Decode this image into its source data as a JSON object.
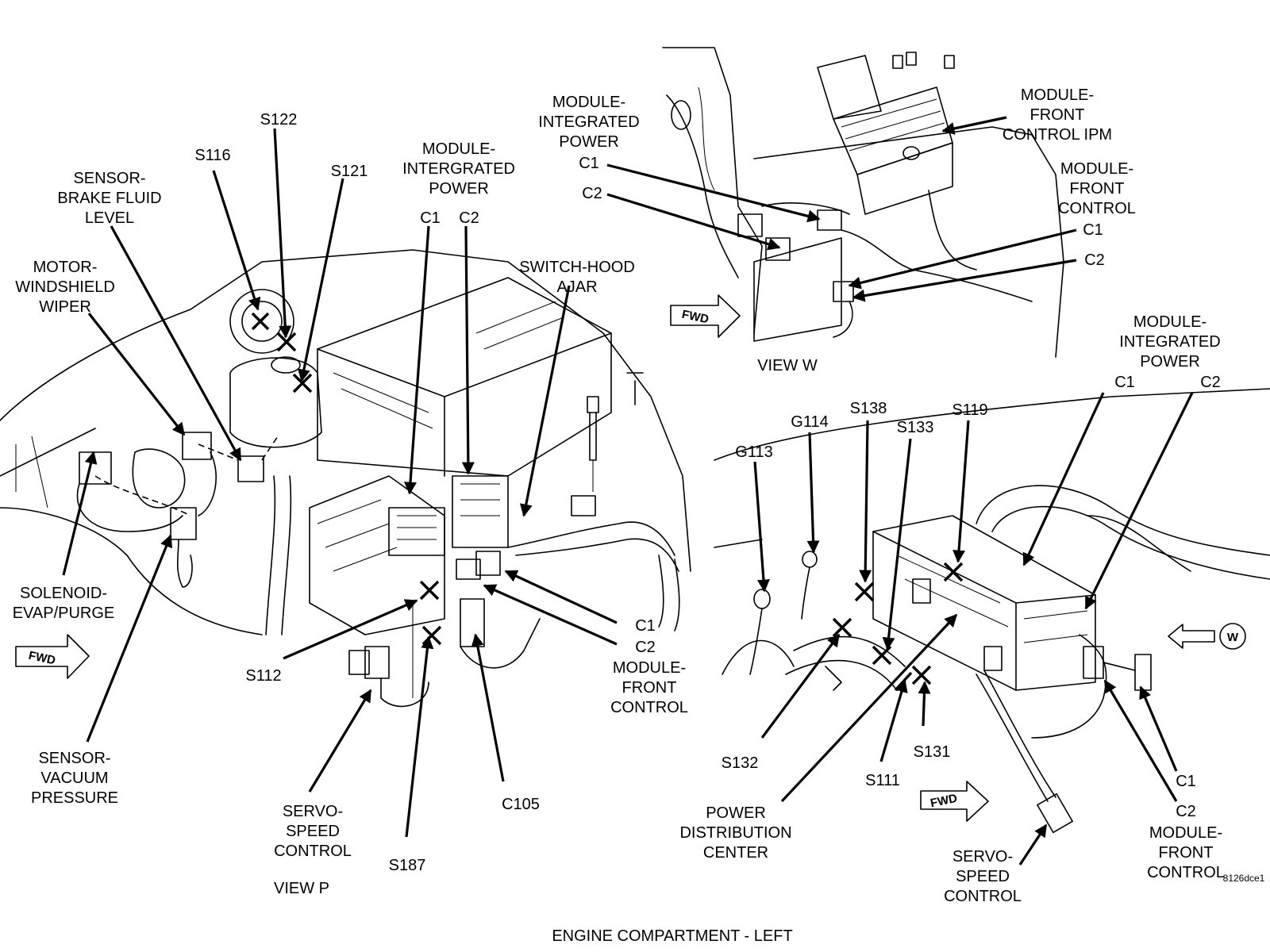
{
  "caption": "ENGINE COMPARTMENT - LEFT",
  "figure_id": "8126dce1",
  "view_p": {
    "title": "VIEW P",
    "labels": {
      "s122": "S122",
      "s116": "S116",
      "s121": "S121",
      "sensor_brake_fluid": [
        "SENSOR-",
        "BRAKE FLUID",
        "LEVEL"
      ],
      "motor_wiper": [
        "MOTOR-",
        "WINDSHIELD",
        "WIPER"
      ],
      "module_ipm": [
        "MODULE-",
        "INTERGRATED",
        "POWER"
      ],
      "ipm_c1": "C1",
      "ipm_c2": "C2",
      "switch_hood": [
        "SWITCH-HOOD",
        "AJAR"
      ],
      "solenoid_evap": [
        "SOLENOID-",
        "EVAP/PURGE"
      ],
      "s112": "S112",
      "fcm_c1": "C1",
      "fcm_c2": "C2",
      "module_front_control": [
        "MODULE-",
        "FRONT",
        "CONTROL"
      ],
      "sensor_vacuum": [
        "SENSOR-",
        "VACUUM",
        "PRESSURE"
      ],
      "servo_speed": [
        "SERVO-",
        "SPEED",
        "CONTROL"
      ],
      "c105": "C105",
      "s187": "S187",
      "fwd": "FWD"
    }
  },
  "view_w": {
    "title": "VIEW W",
    "labels": {
      "module_ipm": [
        "MODULE-",
        "INTEGRATED",
        "POWER"
      ],
      "ipm_c1": "C1",
      "ipm_c2": "C2",
      "module_fc_ipm": [
        "MODULE-",
        "FRONT",
        "CONTROL IPM"
      ],
      "module_fc": [
        "MODULE-",
        "FRONT",
        "CONTROL"
      ],
      "fc_c1": "C1",
      "fc_c2": "C2",
      "fwd": "FWD"
    }
  },
  "view_right": {
    "labels": {
      "module_ipm": [
        "MODULE-",
        "INTEGRATED",
        "POWER"
      ],
      "ipm_c1": "C1",
      "ipm_c2": "C2",
      "g113": "G113",
      "g114": "G114",
      "s138": "S138",
      "s133": "S133",
      "s119": "S119",
      "w_marker": "W",
      "s132": "S132",
      "s111": "S111",
      "s131": "S131",
      "fwd": "FWD",
      "fc_c1": "C1",
      "fc_c2": "C2",
      "module_fc": [
        "MODULE-",
        "FRONT",
        "CONTROL"
      ],
      "pdc": [
        "POWER",
        "DISTRIBUTION",
        "CENTER"
      ],
      "servo_speed": [
        "SERVO-",
        "SPEED",
        "CONTROL"
      ]
    }
  }
}
